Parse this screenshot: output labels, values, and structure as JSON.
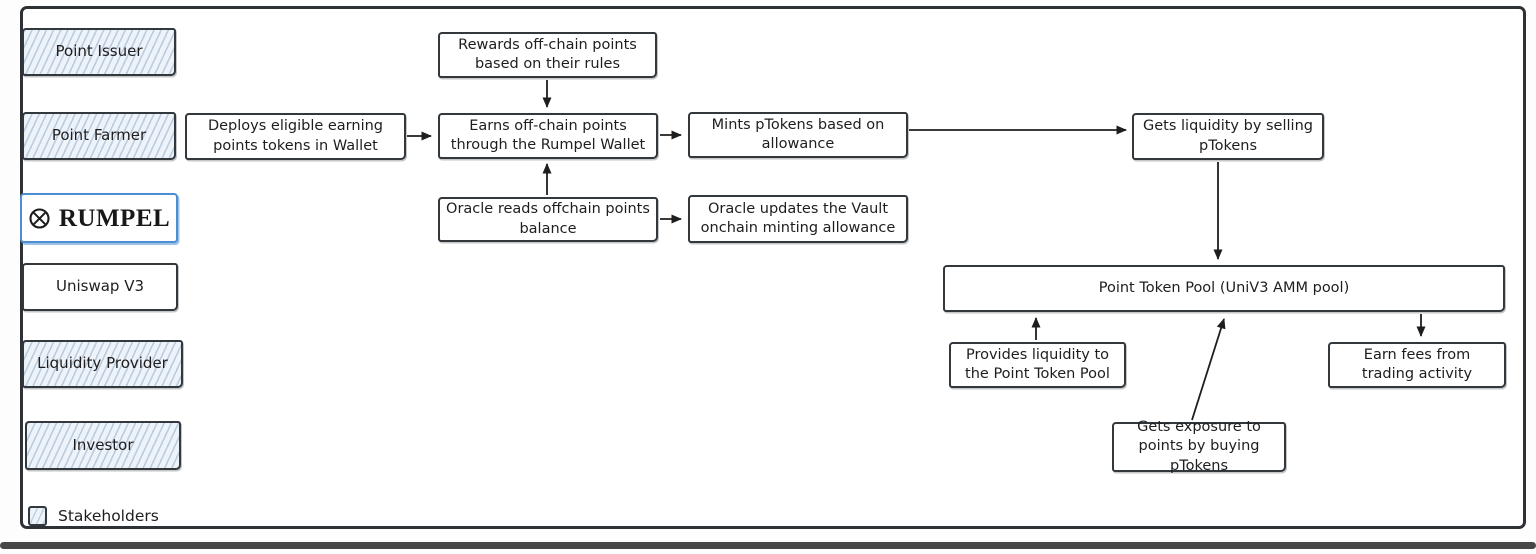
{
  "sidebar": {
    "items": [
      {
        "id": "point-issuer",
        "label": "Point Issuer",
        "type": "stakeholder"
      },
      {
        "id": "point-farmer",
        "label": "Point Farmer",
        "type": "stakeholder"
      },
      {
        "id": "rumpel",
        "label": "RUMPEL",
        "type": "brand"
      },
      {
        "id": "uniswap-v3",
        "label": "Uniswap V3",
        "type": "plain"
      },
      {
        "id": "liquidity-provider",
        "label": "Liquidity Provider",
        "type": "stakeholder"
      },
      {
        "id": "investor",
        "label": "Investor",
        "type": "stakeholder"
      }
    ]
  },
  "legend": {
    "label": "Stakeholders"
  },
  "nodes": {
    "rewards": {
      "label": "Rewards off-chain points based on their rules"
    },
    "deploys": {
      "label": "Deploys eligible earning points tokens in Wallet"
    },
    "earns": {
      "label": "Earns off-chain points through the Rumpel Wallet"
    },
    "mints": {
      "label": "Mints pTokens based on allowance"
    },
    "gets_liquidity": {
      "label": "Gets liquidity by selling pTokens"
    },
    "oracle_reads": {
      "label": "Oracle reads offchain points balance"
    },
    "oracle_updates": {
      "label": "Oracle updates the Vault onchain minting allowance"
    },
    "pool": {
      "label": "Point Token Pool (UniV3 AMM pool)"
    },
    "provides": {
      "label": "Provides liquidity to the Point Token Pool"
    },
    "gets_exposure": {
      "label": "Gets exposure to points by buying pTokens"
    },
    "earn_fees": {
      "label": "Earn fees from trading activity"
    }
  },
  "connections": [
    {
      "from": "rewards",
      "to": "earns"
    },
    {
      "from": "deploys",
      "to": "earns"
    },
    {
      "from": "earns",
      "to": "mints"
    },
    {
      "from": "mints",
      "to": "gets_liquidity"
    },
    {
      "from": "oracle_reads",
      "to": "earns"
    },
    {
      "from": "oracle_reads",
      "to": "oracle_updates"
    },
    {
      "from": "gets_liquidity",
      "to": "pool"
    },
    {
      "from": "provides",
      "to": "pool"
    },
    {
      "from": "gets_exposure",
      "to": "pool"
    },
    {
      "from": "pool",
      "to": "earn_fees"
    }
  ],
  "colors": {
    "box_border": "#33383d",
    "stakeholder_fill": "#eef3f9",
    "stakeholder_hatch": "#80a2c4",
    "brand_border": "#4d8ed1",
    "arrow": "#1e1e1e",
    "frame_border": "#2e3236",
    "bottom_bar": "#474747",
    "text": "#1e1e1e"
  }
}
